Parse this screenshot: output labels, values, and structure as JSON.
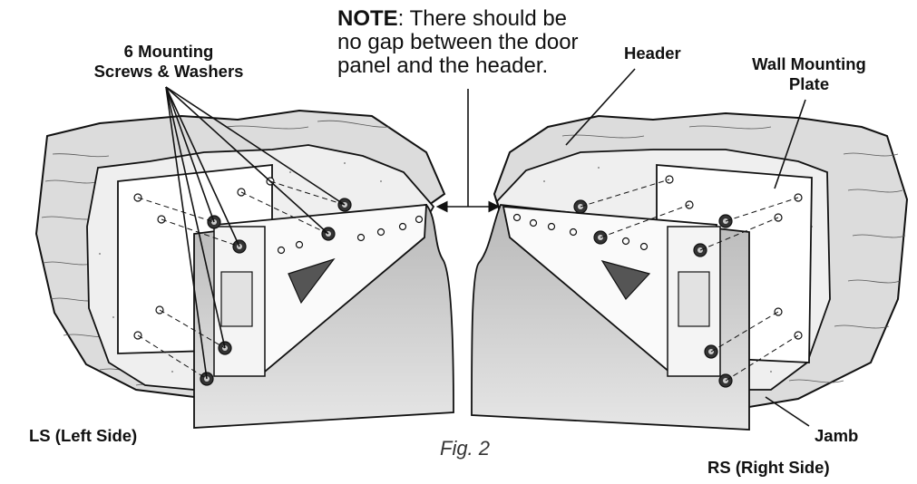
{
  "labels": {
    "screws_line1": "6 Mounting",
    "screws_line2": "Screws & Washers",
    "note_prefix": "NOTE",
    "note_line1_rest": ": There should be",
    "note_line2": "no gap between the door",
    "note_line3": "panel and the header.",
    "header": "Header",
    "wall_plate_line1": "Wall Mounting",
    "wall_plate_line2": "Plate",
    "left_side": "LS (Left Side)",
    "jamb": "Jamb",
    "right_side": "RS (Right Side)",
    "figure": "Fig. 2"
  },
  "colors": {
    "ink": "#111111",
    "wood": "#d9d9d9",
    "concrete": "#ececec",
    "panel": "#cfcfcf",
    "plate": "#ffffff"
  }
}
